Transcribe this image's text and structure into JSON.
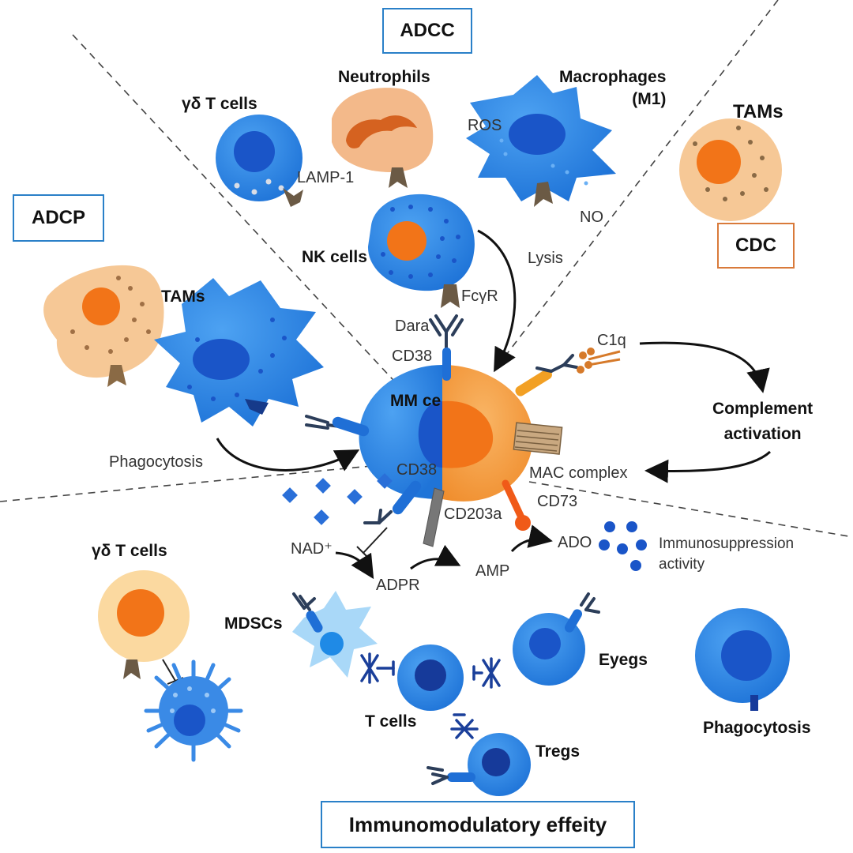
{
  "sections": {
    "adcc": "ADCC",
    "adcp": "ADCP",
    "cdc": "CDC",
    "immunomodulatory": "Immunomodulatory effeity"
  },
  "cells": {
    "gd_t_top": "γδ T cells",
    "neutrophils": "Neutrophils",
    "macrophages": "Macrophages\n(M1)",
    "tams_right": "TAMs",
    "nk_cells": "NK cells",
    "tams_left": "TAMs",
    "mm_cell": "MM ce",
    "gd_t_bottom": "γδ T cells",
    "mdscs": "MDSCs",
    "t_cells": "T cells",
    "tregs": "Tregs",
    "eyegs": "Eyegs",
    "phagocytosis_right": "Phagocytosis"
  },
  "labels": {
    "lamp1": "LAMP-1",
    "ros": "ROS",
    "no": "NO",
    "lysis": "Lysis",
    "fcgr": "FcγR",
    "dara": "Dara",
    "cd38_top": "CD38",
    "c1q": "C1q",
    "complement": "Complement\nactivation",
    "phagocytosis_left": "Phagocytosis",
    "mac_complex": "MAC complex",
    "cd38_bottom": "CD38",
    "cd203a": "CD203a",
    "cd73": "CD73",
    "nad": "NAD⁺",
    "adpr": "ADPR",
    "amp": "AMP",
    "ado": "ADO",
    "immunosuppression": "Immunosuppression\nactivity"
  },
  "colors": {
    "blue_cell": "#2f86e6",
    "blue_nucleus": "#1a55c8",
    "orange_cell": "#f6a04a",
    "orange_nucleus": "#f27418",
    "beige_cell": "#f6c896",
    "box_blue": "#2a80c8",
    "box_orange": "#d97a3a"
  }
}
